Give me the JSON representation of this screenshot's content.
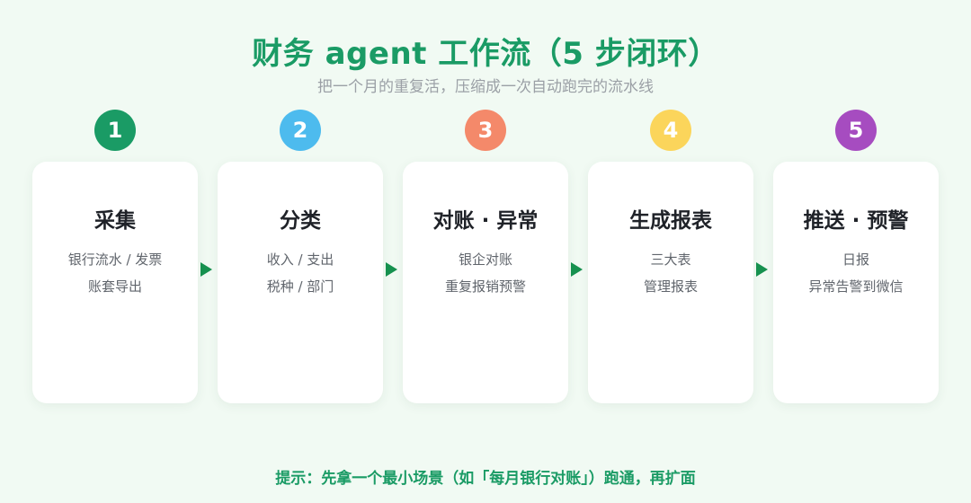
{
  "header": {
    "title": "财务 agent 工作流（5 步闭环）",
    "subtitle": "把一个月的重复活，压缩成一次自动跑完的流水线"
  },
  "steps": [
    {
      "number": "1",
      "color": "#1a9b65",
      "title": "采集",
      "lines": [
        "银行流水 / 发票",
        "账套导出"
      ]
    },
    {
      "number": "2",
      "color": "#4dbbee",
      "title": "分类",
      "lines": [
        "收入 / 支出",
        "税种 / 部门"
      ]
    },
    {
      "number": "3",
      "color": "#f4896a",
      "title": "对账 · 异常",
      "lines": [
        "银企对账",
        "重复报销预警"
      ]
    },
    {
      "number": "4",
      "color": "#fbd55b",
      "title": "生成报表",
      "lines": [
        "三大表",
        "管理报表"
      ]
    },
    {
      "number": "5",
      "color": "#a64cc0",
      "title": "推送 · 预警",
      "lines": [
        "日报",
        "异常告警到微信"
      ]
    }
  ],
  "footer": {
    "tip": "提示：先拿一个最小场景（如「每月银行对账」）跑通，再扩面"
  }
}
